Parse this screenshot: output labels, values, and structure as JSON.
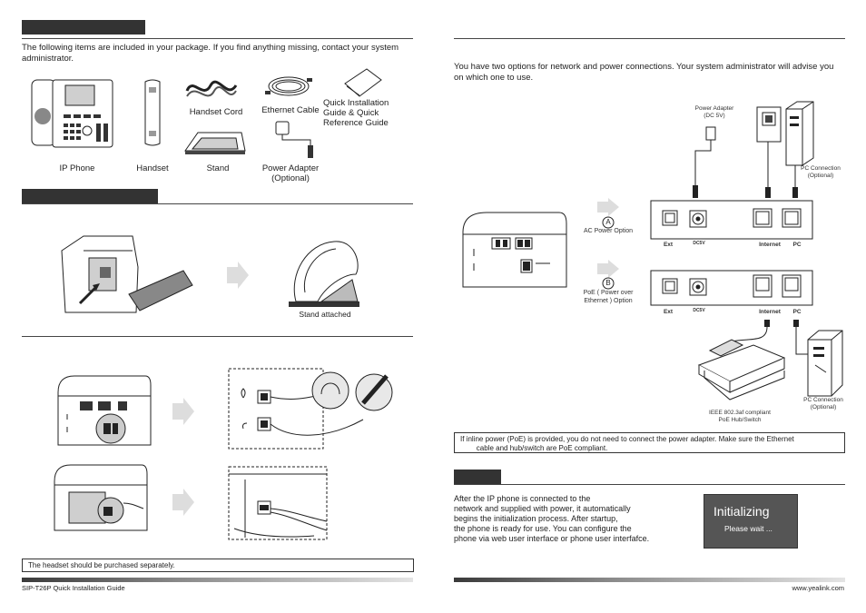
{
  "left": {
    "package_intro": "The following items are included in your package. If you find anything missing, contact your system administrator.",
    "items": {
      "ip_phone": "IP Phone",
      "handset": "Handset",
      "handset_cord": "Handset Cord",
      "stand": "Stand",
      "ethernet_cable": "Ethernet Cable",
      "power_adapter": "Power Adapter\n(Optional)",
      "quick_guide": "Quick Installation\nGuide & Quick\nReference Guide"
    },
    "stand_attached": "Stand attached",
    "headset_note": "The headset should be purchased separately.",
    "footer": "SIP-T26P Quick Installation Guide"
  },
  "right": {
    "network_intro": "You have two options for network and power connections. Your system administrator will advise you on which one to use.",
    "power_adapter_label": "Power Adapter\n(DC 5V)",
    "option_a_letter": "A",
    "option_a_label": "AC Power Option",
    "option_b_letter": "B",
    "option_b_label": "PoE ( Power over\nEthernet ) Option",
    "pc_connection": "PC Connection\n(Optional)",
    "port_ext": "Ext",
    "port_dc": "DC5V",
    "port_internet": "Internet",
    "port_pc": "PC",
    "hub_label": "IEEE 802.3af compliant\nPoE Hub/Switch",
    "poe_note": "If inline power (PoE) is provided, you do not need to connect the power adapter. Make sure the Ethernet\n        cable and hub/switch are PoE compliant.",
    "startup_text": "After the IP phone is connected to the\nnetwork and supplied with power, it automatically\nbegins the initialization process. After startup,\nthe phone is ready for use. You can configure the\nphone via web user interface or phone user interfafce.",
    "screen_title": "Initializing",
    "screen_sub": "Please wait ...",
    "footer": "www.yealink.com"
  }
}
